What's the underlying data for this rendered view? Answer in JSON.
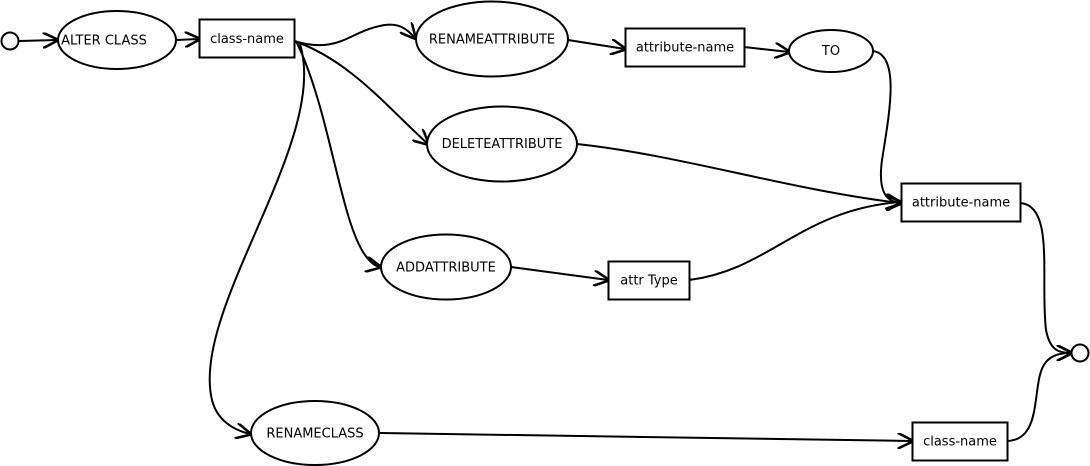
{
  "diagram": {
    "nodes": {
      "alter_class": "ALTER CLASS",
      "class_name_1": "class-name",
      "renameattribute": "RENAMEATTRIBUTE",
      "attribute_name_1": "attribute-name",
      "to": "TO",
      "deleteattribute": "DELETEATTRIBUTE",
      "attribute_name_2": "attribute-name",
      "addattribute": "ADDATTRIBUTE",
      "attr_type": "attr Type",
      "renameclass": "RENAMECLASS",
      "class_name_2": "class-name"
    }
  }
}
